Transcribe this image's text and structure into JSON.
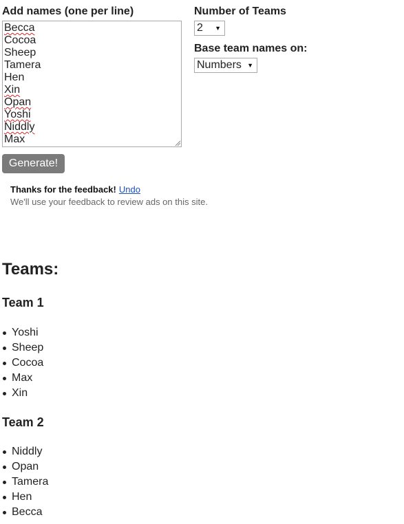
{
  "form": {
    "names_label": "Add names (one per line)",
    "names": [
      {
        "text": "Becca",
        "spell_flag": true
      },
      {
        "text": "Cocoa",
        "spell_flag": false
      },
      {
        "text": "Sheep",
        "spell_flag": false
      },
      {
        "text": "Tamera",
        "spell_flag": false
      },
      {
        "text": "Hen",
        "spell_flag": false
      },
      {
        "text": "Xin",
        "spell_flag": true
      },
      {
        "text": "Opan",
        "spell_flag": true
      },
      {
        "text": "Yoshi",
        "spell_flag": true
      },
      {
        "text": "Niddly",
        "spell_flag": true
      },
      {
        "text": "Max",
        "spell_flag": false
      }
    ],
    "teams_count_label": "Number of Teams",
    "teams_count_value": "2",
    "base_label": "Base team names on:",
    "base_value": "Numbers",
    "generate_label": "Generate!"
  },
  "feedback": {
    "title": "Thanks for the feedback!",
    "undo_label": "Undo",
    "subtitle": "We'll use your feedback to review ads on this site."
  },
  "results": {
    "heading": "Teams:",
    "teams": [
      {
        "name": "Team 1",
        "members": [
          "Yoshi",
          "Sheep",
          "Cocoa",
          "Max",
          "Xin"
        ]
      },
      {
        "name": "Team 2",
        "members": [
          "Niddly",
          "Opan",
          "Tamera",
          "Hen",
          "Becca"
        ]
      }
    ]
  },
  "colors": {
    "button_bg": "#7b7b7b",
    "link": "#1a4fc4",
    "text": "#222222",
    "muted": "#666666"
  }
}
